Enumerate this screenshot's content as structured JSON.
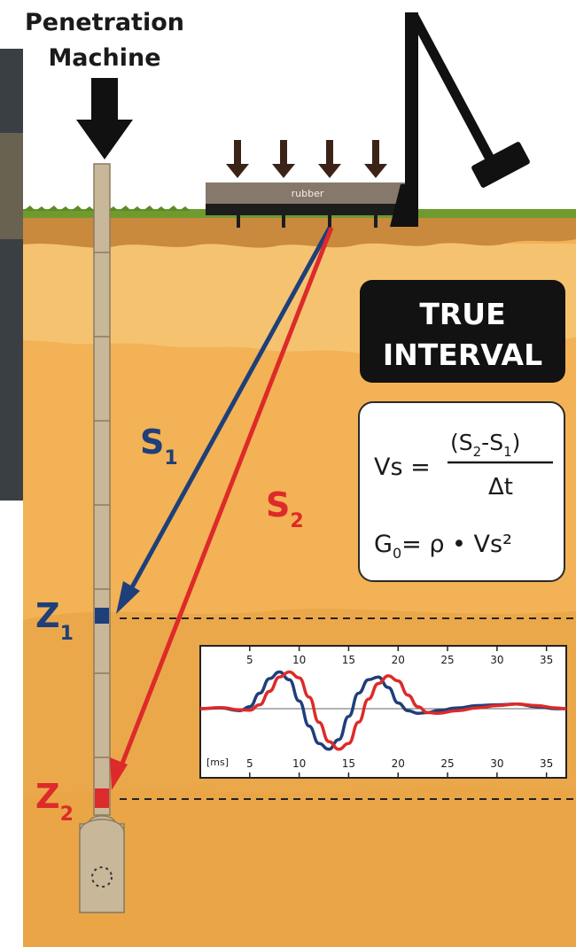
{
  "title": {
    "line1": "Penetration",
    "line2": "Machine"
  },
  "plate_label": "rubber",
  "true_interval": {
    "line1": "TRUE",
    "line2": "INTERVAL"
  },
  "formula": {
    "vs_lhs": "Vs =",
    "numerator_open": "(S",
    "numerator_sub2": "2",
    "numerator_dash": "-S",
    "numerator_sub1": "1",
    "numerator_close": ")",
    "denominator": "Δt",
    "g0_main": "G",
    "g0_sub": "0",
    "g0_rhs": "= ρ • Vs²"
  },
  "waves": {
    "s1_main": "S",
    "s1_sub": "1",
    "s2_main": "S",
    "s2_sub": "2"
  },
  "depths": {
    "z1_main": "Z",
    "z1_sub": "1",
    "z2_main": "Z",
    "z2_sub": "2"
  },
  "colors": {
    "soil": "#f2b255",
    "soil_light": "#f6c878",
    "topsoil": "#c98a3e",
    "grass": "#6e9a2e",
    "wave_s1": "#1f3f7a",
    "wave_s2": "#dd2a2a",
    "dark": "#1a1a1a"
  },
  "chart_data": {
    "type": "line",
    "x_unit": "[ms]",
    "ticks": [
      5,
      10,
      15,
      20,
      25,
      30,
      35
    ],
    "xlim": [
      0,
      37
    ],
    "ylim": [
      -1.1,
      1.1
    ],
    "series": [
      {
        "color": "#1f3f7a",
        "x": [
          0,
          2,
          4,
          5,
          6,
          7,
          8,
          9,
          10,
          11,
          12,
          13,
          14,
          15,
          16,
          17,
          18,
          19,
          20,
          21,
          22,
          23,
          24,
          26,
          28,
          30,
          32,
          34,
          36,
          37
        ],
        "y": [
          0,
          0.02,
          -0.05,
          0.05,
          0.4,
          0.78,
          0.95,
          0.75,
          0.2,
          -0.45,
          -0.9,
          -1.05,
          -0.8,
          -0.2,
          0.4,
          0.75,
          0.82,
          0.55,
          0.15,
          -0.05,
          -0.12,
          -0.1,
          -0.05,
          0.02,
          0.08,
          0.1,
          0.12,
          0.05,
          0,
          0
        ]
      },
      {
        "color": "#dd2a2a",
        "x": [
          0,
          2,
          4,
          5,
          6,
          7,
          8,
          9,
          10,
          11,
          12,
          13,
          14,
          15,
          16,
          17,
          18,
          19,
          20,
          21,
          22,
          23,
          24,
          26,
          28,
          30,
          32,
          34,
          36,
          37
        ],
        "y": [
          0,
          0.03,
          -0.03,
          -0.04,
          0.1,
          0.45,
          0.82,
          0.95,
          0.8,
          0.3,
          -0.35,
          -0.85,
          -1.05,
          -0.9,
          -0.35,
          0.25,
          0.65,
          0.85,
          0.72,
          0.35,
          0.05,
          -0.1,
          -0.12,
          -0.05,
          0.02,
          0.08,
          0.12,
          0.08,
          0.02,
          0
        ]
      }
    ]
  }
}
